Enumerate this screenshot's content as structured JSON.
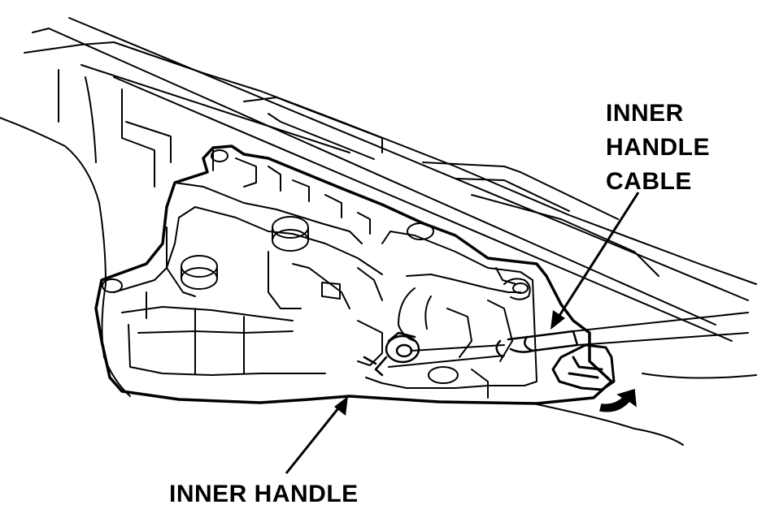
{
  "diagram": {
    "colors": {
      "line": "#000000",
      "background": "#ffffff"
    },
    "callouts": {
      "inner_handle_cable": [
        "INNER",
        "HANDLE",
        "CABLE"
      ],
      "inner_handle": "INNER HANDLE"
    },
    "arrows": [
      "arrow-to-cable",
      "arrow-to-handle",
      "rotation-arrow"
    ]
  }
}
